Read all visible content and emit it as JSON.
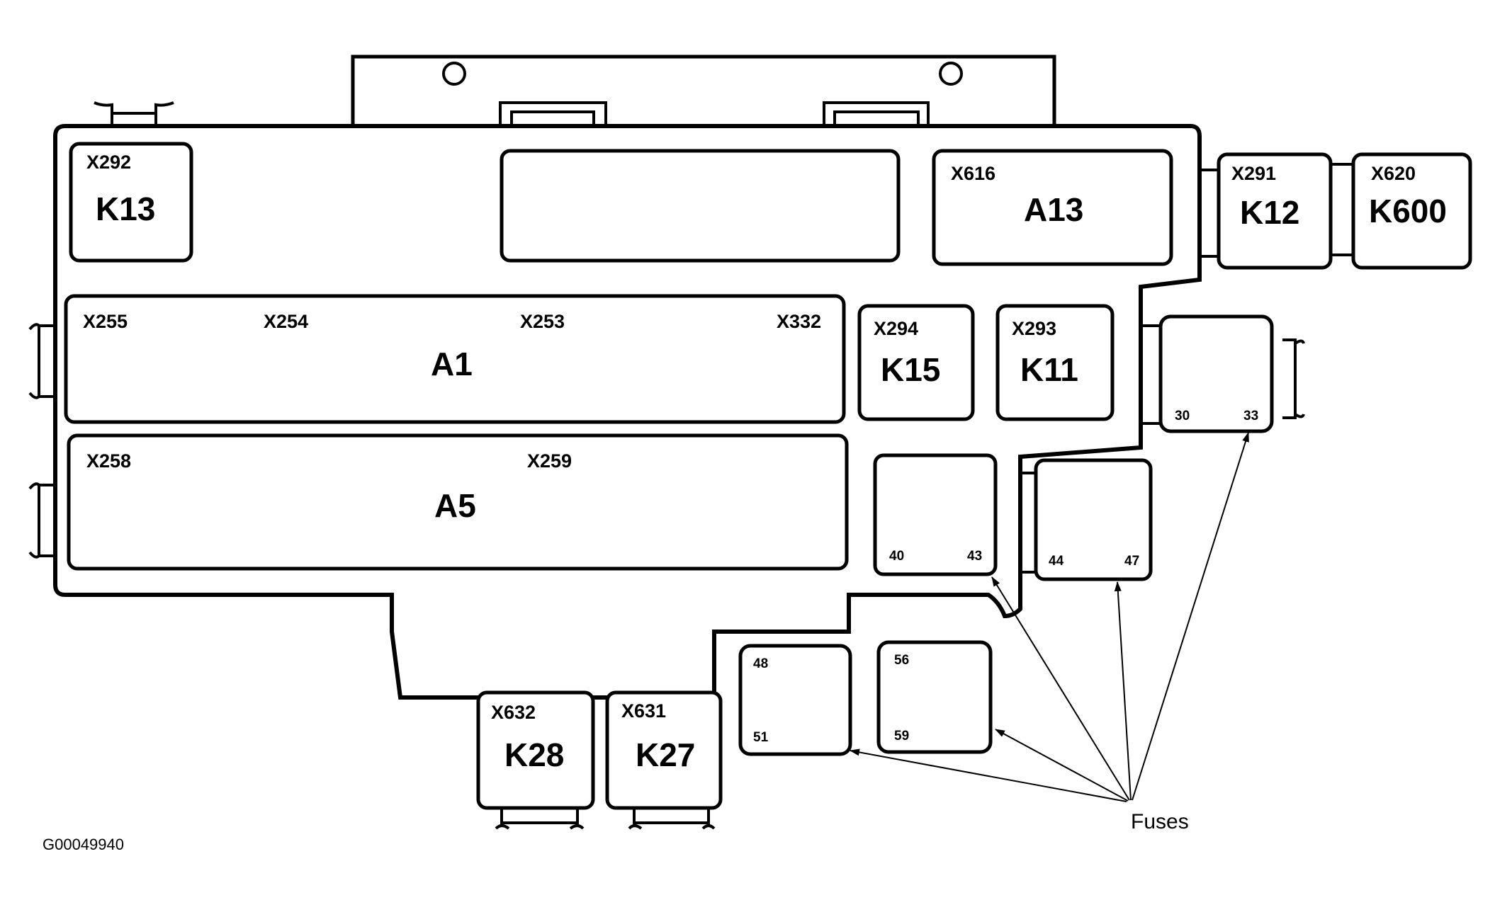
{
  "diagram": {
    "modules": {
      "k13": {
        "connector": "X292",
        "label": "K13"
      },
      "a13": {
        "connector": "X616",
        "label": "A13"
      },
      "k12": {
        "connector": "X291",
        "label": "K12"
      },
      "k600": {
        "connector": "X620",
        "label": "K600"
      },
      "a1": {
        "connectors": [
          "X255",
          "X254",
          "X253",
          "X332"
        ],
        "label": "A1"
      },
      "a5": {
        "connectors": [
          "X258",
          "X259"
        ],
        "label": "A5"
      },
      "k15": {
        "connector": "X294",
        "label": "K15"
      },
      "k11": {
        "connector": "X293",
        "label": "K11"
      },
      "k28": {
        "connector": "X632",
        "label": "K28"
      },
      "k27": {
        "connector": "X631",
        "label": "K27"
      }
    },
    "fuse_blocks": {
      "block_30_33": {
        "first": "30",
        "last": "33"
      },
      "block_40_43": {
        "first": "40",
        "last": "43"
      },
      "block_44_47": {
        "first": "44",
        "last": "47"
      },
      "block_48_51": {
        "first": "48",
        "last": "51"
      },
      "block_56_59": {
        "first": "56",
        "last": "59"
      }
    },
    "fuses_label": "Fuses",
    "figure_code": "G00049940"
  }
}
